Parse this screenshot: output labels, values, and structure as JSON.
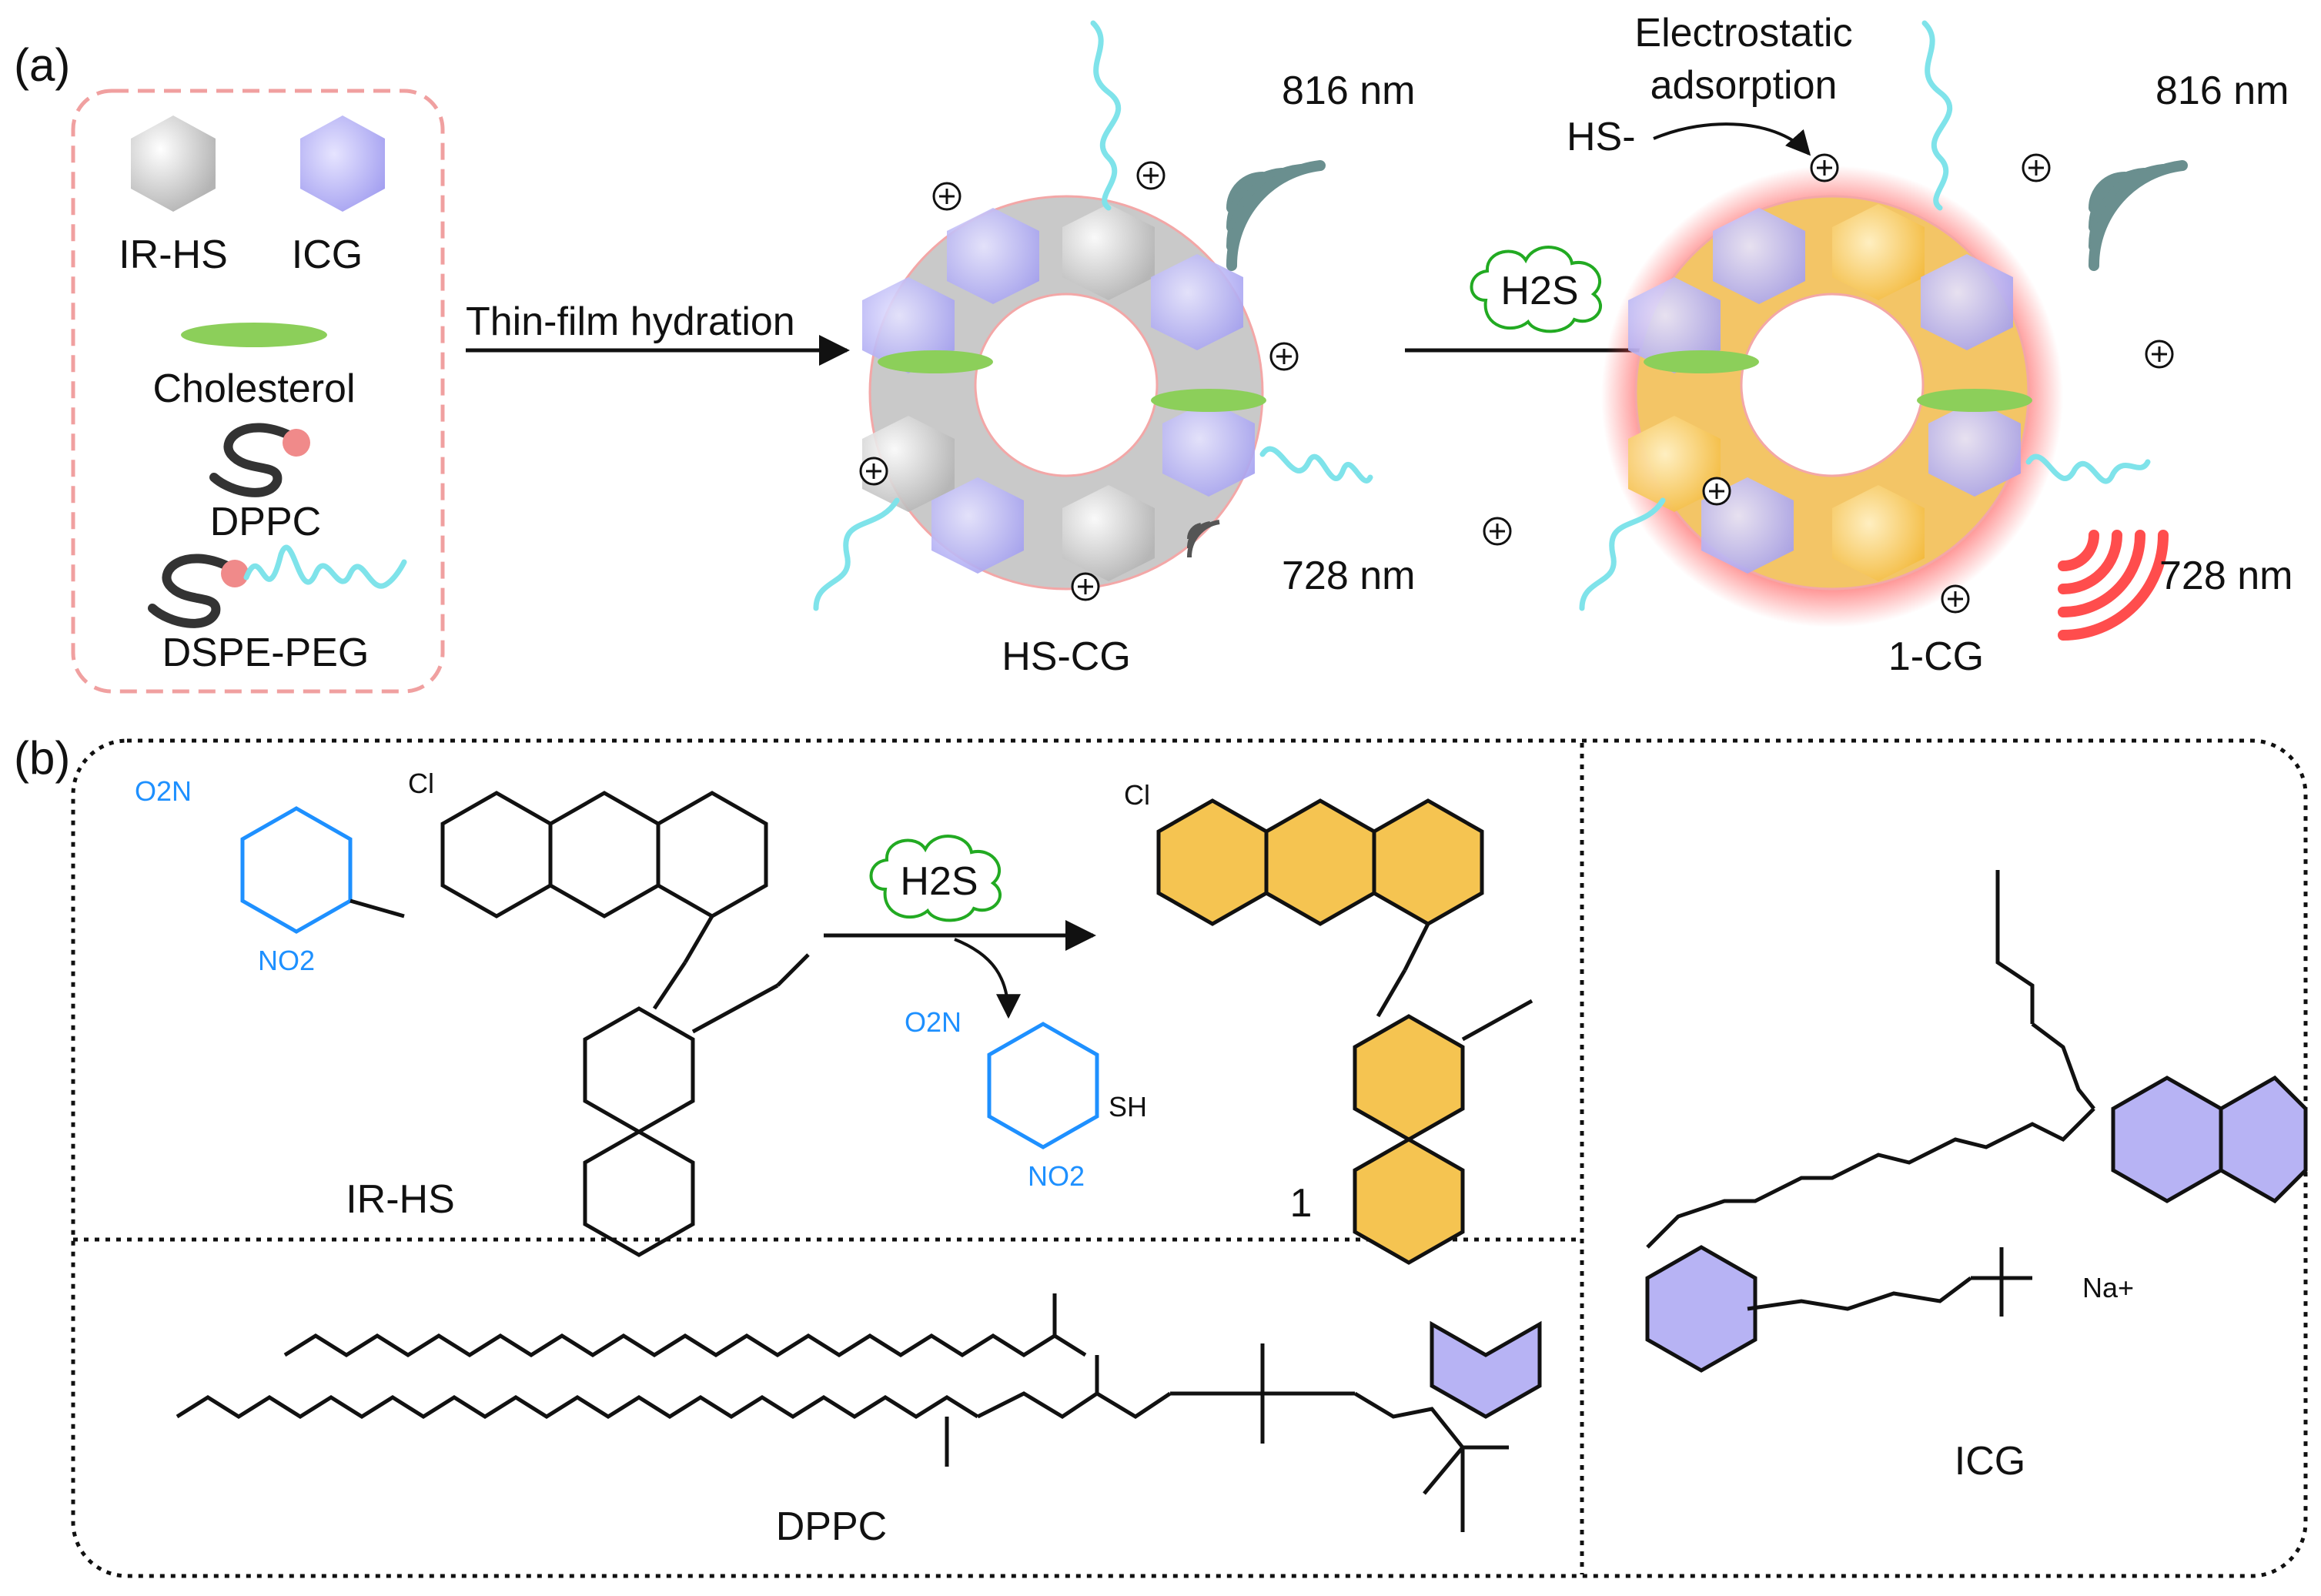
{
  "panel_a": {
    "label": "(a)",
    "legend": {
      "ir_hs": "IR-HS",
      "icg": "ICG",
      "cholesterol": "Cholesterol",
      "dppc": "DPPC",
      "dspe_peg": "DSPE-PEG"
    },
    "step1": "Thin-film  hydration",
    "step2_reagent": "H2S",
    "hs_cg": {
      "name": "HS-CG",
      "emission_1": "816 nm",
      "emission_2": "728 nm"
    },
    "one_cg": {
      "name": "1-CG",
      "emission_1": "816 nm",
      "emission_2": "728 nm"
    },
    "adsorption_line1": "Electrostatic",
    "adsorption_line2": "adsorption",
    "hs_ion": "HS-"
  },
  "panel_b": {
    "label": "(b)",
    "ir_hs": "IR-HS",
    "product": "1",
    "reagent": "H2S",
    "byproduct_sh": "SH",
    "o2n": "O2N",
    "no2": "NO2",
    "cl": "Cl",
    "dppc": "DPPC",
    "icg": "ICG",
    "na": "Na+"
  },
  "colors": {
    "icg_purple": "#a9a6ef",
    "ir_gray": "#c8c8c8",
    "product_orange": "#f5c451",
    "peg_cyan": "#7fe3ea",
    "cholesterol_green": "#8ccf5a",
    "h2s_green": "#22aa22",
    "glow_red": "#ff5a5a",
    "box_dash_pink": "#f0a0a0",
    "dinitro_blue": "#1e90ff"
  }
}
